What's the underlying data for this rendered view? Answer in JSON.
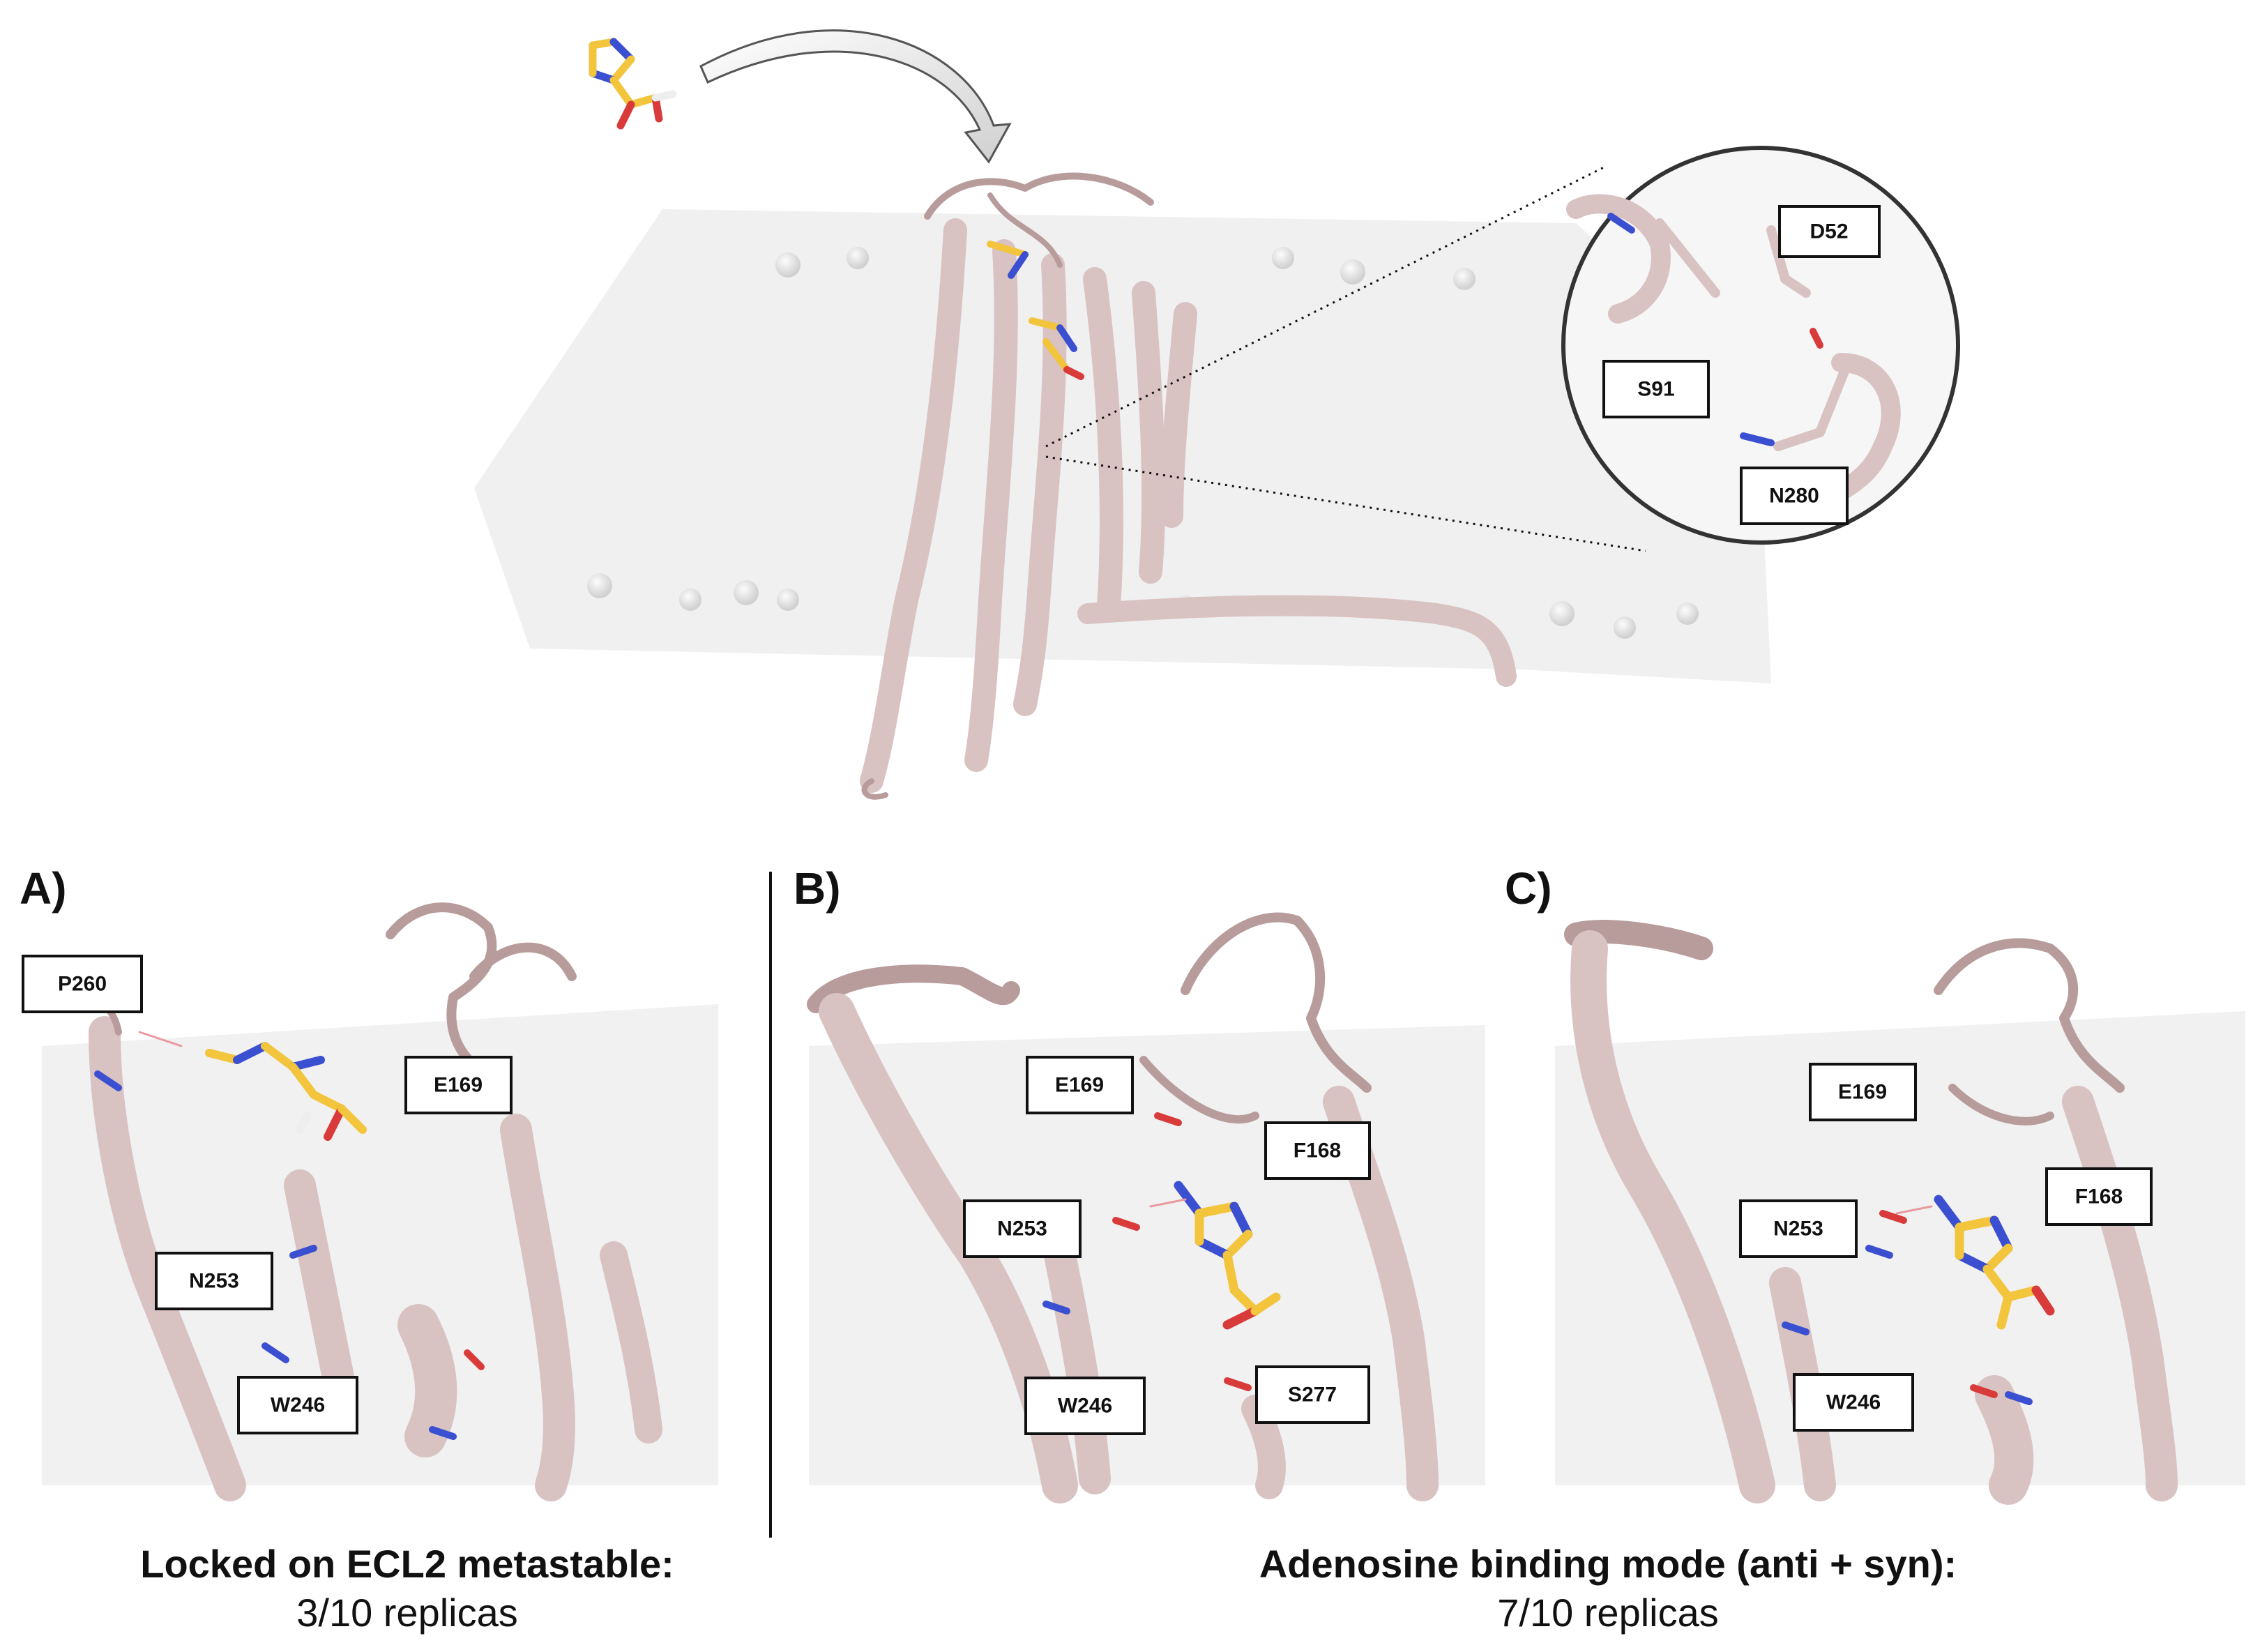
{
  "overview": {
    "zoom_labels": [
      "D52",
      "S91",
      "N280"
    ]
  },
  "panels": [
    {
      "letter": "A)",
      "labels": [
        "P260",
        "E169",
        "N253",
        "W246"
      ]
    },
    {
      "letter": "B)",
      "labels": [
        "E169",
        "F168",
        "N253",
        "W246",
        "S277"
      ]
    },
    {
      "letter": "C)",
      "labels": [
        "E169",
        "F168",
        "N253",
        "W246"
      ]
    }
  ],
  "captions": {
    "left": {
      "title": "Locked on ECL2 metastable:",
      "subtitle": "3/10 replicas"
    },
    "right": {
      "title": "Adenosine binding mode (anti + syn):",
      "subtitle": "7/10 replicas"
    }
  },
  "colors": {
    "protein": "#d9c2c2",
    "ligand_carbon": "#f2c53d",
    "nitrogen": "#3b4fd1",
    "oxygen": "#d93a3a",
    "membrane": "#eeeeee"
  }
}
